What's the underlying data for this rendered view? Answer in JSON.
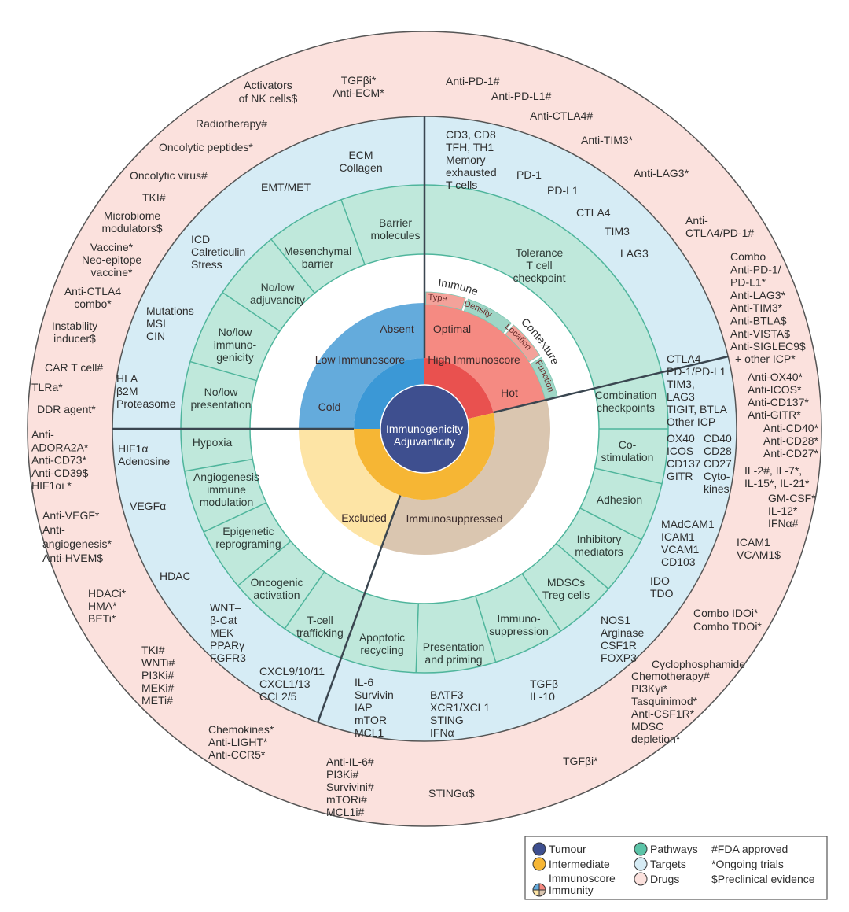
{
  "core": {
    "lines": [
      "Immunogenicity",
      "Adjuvanticity"
    ]
  },
  "immunity": [
    {
      "lines": [
        "Absent"
      ]
    },
    {
      "lines": [
        "Low Immunoscore"
      ]
    },
    {
      "lines": [
        "Cold"
      ]
    },
    {
      "lines": [
        "Optimal"
      ]
    },
    {
      "lines": [
        "High Immunoscore"
      ]
    },
    {
      "lines": [
        "Hot"
      ]
    },
    {
      "lines": [
        "Excluded"
      ]
    },
    {
      "lines": [
        "Immunosuppressed"
      ]
    }
  ],
  "contexture": {
    "title_a": "Immune",
    "title_b": "Contexture",
    "band": [
      "Type",
      "Density",
      "Location",
      "Function"
    ]
  },
  "pathways": [
    {
      "lines": [
        "Tolerance",
        "T cell",
        "checkpoint"
      ]
    },
    {
      "lines": [
        "Barrier",
        "molecules"
      ]
    },
    {
      "lines": [
        "Mesenchymal",
        "barrier"
      ]
    },
    {
      "lines": [
        "No/low",
        "adjuvancity"
      ]
    },
    {
      "lines": [
        "No/low",
        "immuno-",
        "genicity"
      ]
    },
    {
      "lines": [
        "No/low",
        "presentation"
      ]
    },
    {
      "lines": [
        "Hypoxia"
      ]
    },
    {
      "lines": [
        "Angiogenesis",
        "immune",
        "modulation"
      ]
    },
    {
      "lines": [
        "Epigenetic",
        "reprograming"
      ]
    },
    {
      "lines": [
        "Oncogenic",
        "activation"
      ]
    },
    {
      "lines": [
        "T-cell",
        "trafficking"
      ]
    },
    {
      "lines": [
        "Apoptotic",
        "recycling"
      ]
    },
    {
      "lines": [
        "Presentation",
        "and priming"
      ]
    },
    {
      "lines": [
        "Immuno-",
        "suppression"
      ]
    },
    {
      "lines": [
        "MDSCs",
        "Treg cells"
      ]
    },
    {
      "lines": [
        "Inhibitory",
        "mediators"
      ]
    },
    {
      "lines": [
        "Adhesion"
      ]
    },
    {
      "lines": [
        "Co-",
        "stimulation"
      ]
    },
    {
      "lines": [
        "Combination",
        "checkpoints"
      ]
    }
  ],
  "targets": [
    {
      "lines": [
        "CD3, CD8",
        "TFH, TH1",
        "Memory",
        "exhausted",
        "T cells"
      ]
    },
    {
      "lines": [
        "PD-1"
      ]
    },
    {
      "lines": [
        "PD-L1"
      ]
    },
    {
      "lines": [
        "CTLA4"
      ]
    },
    {
      "lines": [
        "TIM3"
      ]
    },
    {
      "lines": [
        "LAG3"
      ]
    },
    {
      "lines": [
        "ECM",
        "Collagen"
      ]
    },
    {
      "lines": [
        "EMT/MET"
      ]
    },
    {
      "lines": [
        "ICD",
        "Calreticulin",
        "Stress"
      ]
    },
    {
      "lines": [
        "Mutations",
        "MSI",
        "CIN"
      ]
    },
    {
      "lines": [
        "HLA",
        "β2M",
        "Proteasome"
      ]
    },
    {
      "lines": [
        "HIF1α",
        "Adenosine"
      ]
    },
    {
      "lines": [
        "VEGFα"
      ]
    },
    {
      "lines": [
        "HDAC"
      ]
    },
    {
      "lines": [
        "WNT–",
        "β-Cat",
        "MEK",
        "PPARγ",
        "FGFR3"
      ]
    },
    {
      "lines": [
        "CXCL9/10/11",
        "CXCL1/13",
        "CCL2/5"
      ]
    },
    {
      "lines": [
        "IL-6",
        "Survivin",
        "IAP",
        "mTOR",
        "MCL1"
      ]
    },
    {
      "lines": [
        "BATF3",
        "XCR1/XCL1",
        "STING",
        "IFNα"
      ]
    },
    {
      "lines": [
        "TGFβ",
        "IL-10"
      ]
    },
    {
      "lines": [
        "NOS1",
        "Arginase",
        "CSF1R",
        "FOXP3"
      ]
    },
    {
      "lines": [
        "IDO",
        "TDO"
      ]
    },
    {
      "lines": [
        "MAdCAM1",
        "ICAM1",
        "VCAM1",
        "CD103"
      ]
    },
    {
      "lines": [
        "OX40",
        "ICOS",
        "CD137",
        "GITR"
      ]
    },
    {
      "lines": [
        "CD40",
        "CD28",
        "CD27",
        "Cyto-",
        "kines"
      ]
    },
    {
      "lines": [
        "CTLA4",
        "PD-1/PD-L1",
        "TIM3,",
        "LAG3",
        "TIGIT, BTLA",
        "Other ICP"
      ]
    }
  ],
  "drugs": [
    {
      "lines": [
        "Activators",
        "of NK cells$"
      ]
    },
    {
      "lines": [
        "TGFβi*",
        "Anti-ECM*"
      ]
    },
    {
      "lines": [
        "Anti-PD-1#"
      ]
    },
    {
      "lines": [
        "Anti-PD-L1#"
      ]
    },
    {
      "lines": [
        "Anti-CTLA4#"
      ]
    },
    {
      "lines": [
        "Anti-TIM3*"
      ]
    },
    {
      "lines": [
        "Anti-LAG3*"
      ]
    },
    {
      "lines": [
        "Anti-",
        "CTLA4/PD-1#"
      ]
    },
    {
      "lines": [
        "Combo",
        "Anti-PD-1/",
        "PD-L1*",
        "Anti-LAG3*",
        "Anti-TIM3*",
        "Anti-BTLA$",
        "Anti-VISTA$",
        "Anti-SIGLEC9$"
      ]
    },
    {
      "lines": [
        "+ other ICP*"
      ]
    },
    {
      "lines": [
        "Anti-OX40*",
        "Anti-ICOS*",
        "Anti-CD137*",
        "Anti-GITR*"
      ]
    },
    {
      "lines": [
        "Anti-CD40*",
        "Anti-CD28*",
        "Anti-CD27*"
      ]
    },
    {
      "lines": [
        "IL-2#, IL-7*,",
        "IL-15*, IL-21*"
      ]
    },
    {
      "lines": [
        "GM-CSF*",
        "IL-12*",
        "IFNα#"
      ]
    },
    {
      "lines": [
        "ICAM1",
        "VCAM1$"
      ]
    },
    {
      "lines": [
        "Combo IDOi*",
        "Combo TDOi*"
      ]
    },
    {
      "lines": [
        "Cyclophosphamide"
      ]
    },
    {
      "lines": [
        "Chemotherapy#",
        "PI3Kγi*",
        "Tasquinimod*",
        "Anti-CSF1R*",
        "MDSC",
        "depletion*"
      ]
    },
    {
      "lines": [
        "TGFβi*"
      ]
    },
    {
      "lines": [
        "STINGα$"
      ]
    },
    {
      "lines": [
        "Anti-IL-6#",
        "PI3Ki#",
        "Survivini#",
        "mTORi#",
        "MCL1i#"
      ]
    },
    {
      "lines": [
        "Chemokines*",
        "Anti-LIGHT*",
        "Anti-CCR5*"
      ]
    },
    {
      "lines": [
        "TKI#",
        "WNTi#",
        "PI3Ki#",
        "MEKi#",
        "METi#"
      ]
    },
    {
      "lines": [
        "HDACi*",
        "HMA*",
        "BETi*"
      ]
    },
    {
      "lines": [
        "Anti-VEGF*",
        "Anti-",
        "angiogenesis*",
        "Anti-HVEM$"
      ]
    },
    {
      "lines": [
        "Anti-",
        "ADORA2A*",
        "Anti-CD73*",
        "Anti-CD39$",
        "HIF1αi *"
      ]
    },
    {
      "lines": [
        "DDR agent*"
      ]
    },
    {
      "lines": [
        "TLRa*"
      ]
    },
    {
      "lines": [
        "CAR T cell#"
      ]
    },
    {
      "lines": [
        "Instability",
        "inducer$"
      ]
    },
    {
      "lines": [
        "Anti-CTLA4",
        "combo*"
      ]
    },
    {
      "lines": [
        "Vaccine*",
        "Neo-epitope",
        "vaccine*"
      ]
    },
    {
      "lines": [
        "Microbiome",
        "modulators$"
      ]
    },
    {
      "lines": [
        "TKI#"
      ]
    },
    {
      "lines": [
        "Oncolytic virus#"
      ]
    },
    {
      "lines": [
        "Oncolytic peptides*"
      ]
    },
    {
      "lines": [
        "Radiotherapy#"
      ]
    }
  ],
  "legend": {
    "items": [
      "Tumour",
      "Intermediate",
      "Immunoscore",
      "Immunity",
      "Pathways",
      "Targets",
      "Drugs"
    ],
    "notes": [
      "#FDA approved",
      "*Ongoing trials",
      "$Preclinical evidence"
    ]
  },
  "colors": {
    "drugs": "#fbe1dd",
    "targets": "#d6ecf5",
    "pathways": "#bfe8db",
    "pathway_border": "#4fb59c",
    "tumour": "#3e4f8f",
    "cold": "#64abdc",
    "cold_inner": "#3b98d6",
    "hot": "#f58a82",
    "hot_inner": "#e9514f",
    "excluded": "#fde4a5",
    "immunosuppressed": "#dac6b0",
    "intermediate": "#f6b634"
  }
}
